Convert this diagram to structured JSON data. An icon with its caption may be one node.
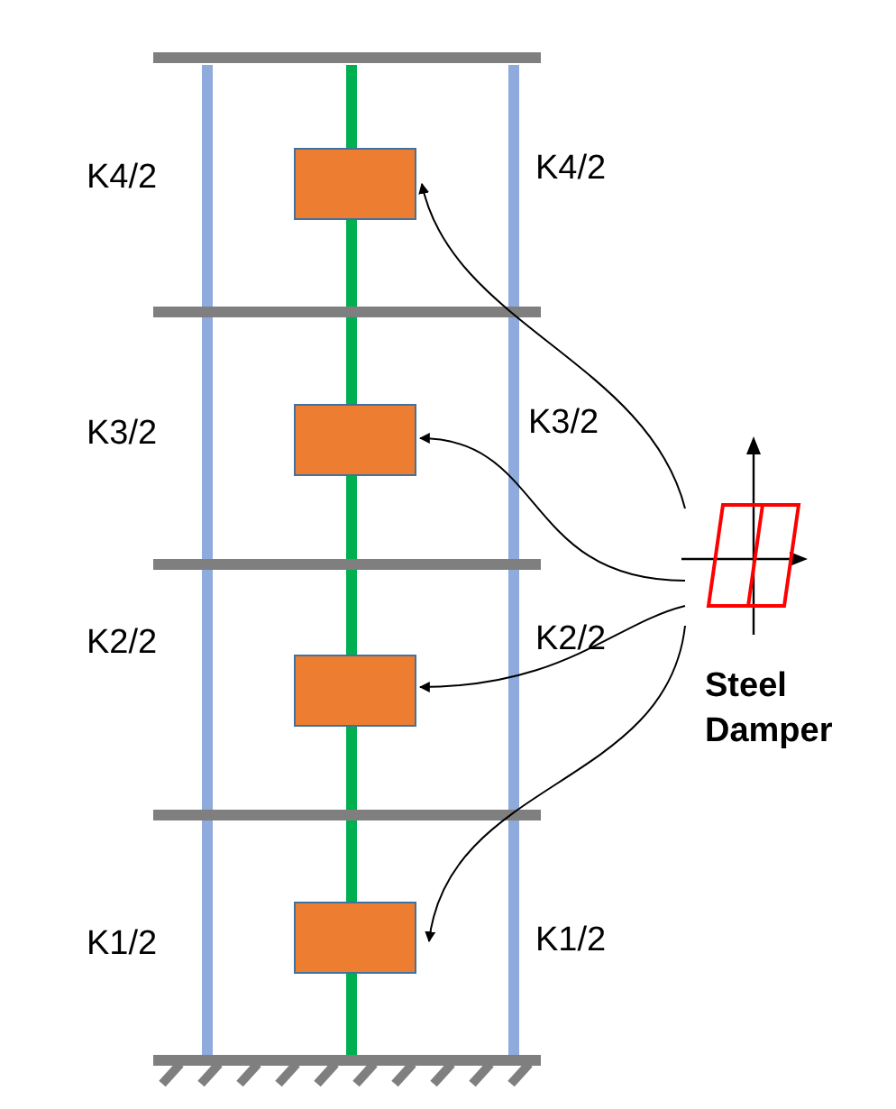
{
  "diagram": {
    "nodes": [
      {
        "text": [],
        "shape": "box"
      },
      {
        "text": [],
        "shape": "box"
      },
      {
        "text": [],
        "shape": "box"
      },
      {
        "text": [],
        "shape": "box"
      },
      {
        "text": [
          "Steel Damper"
        ]
      }
    ],
    "edges": [
      {
        "from": 4,
        "to": 0,
        "arrow": "to"
      },
      {
        "from": 4,
        "to": 1,
        "arrow": "to"
      },
      {
        "from": 4,
        "to": 2,
        "arrow": "to"
      },
      {
        "from": 4,
        "to": 3,
        "arrow": "to"
      }
    ],
    "labels": [
      "K4/2",
      "K4/2",
      "K3/2",
      "K3/2",
      "K2/2",
      "K2/2",
      "K1/2",
      "K1/2"
    ]
  }
}
